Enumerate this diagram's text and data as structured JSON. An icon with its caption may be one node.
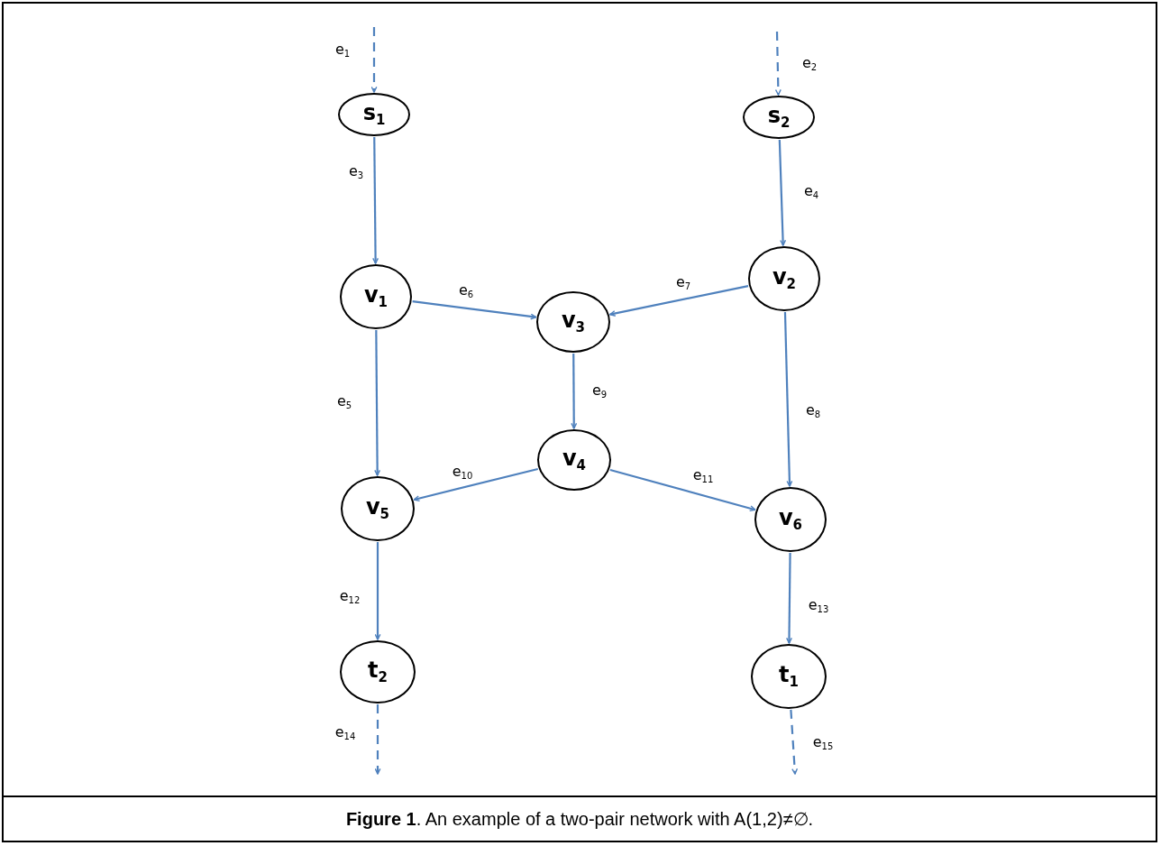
{
  "diagram": {
    "caption": "**Figure 1**. An example of a two-pair network with A(1,2)≠∅.",
    "nodes": [
      {
        "text": [
          "s$_{1}$"
        ]
      },
      {
        "text": [
          "s$_{2}$"
        ]
      },
      {
        "text": [
          "v$_{1}$"
        ]
      },
      {
        "text": [
          "v$_{2}$"
        ]
      },
      {
        "text": [
          "v$_{3}$"
        ]
      },
      {
        "text": [
          "v$_{4}$"
        ]
      },
      {
        "text": [
          "v$_{5}$"
        ]
      },
      {
        "text": [
          "v$_{6}$"
        ]
      },
      {
        "text": [
          "t$_{2}$"
        ]
      },
      {
        "text": [
          "t$_{1}$"
        ]
      }
    ],
    "edges": [
      {
        "from": null,
        "to": 0,
        "arrow": "to",
        "label": "e$_{1}$",
        "style": "dashed"
      },
      {
        "from": null,
        "to": 1,
        "arrow": "to",
        "label": "e$_{2}$",
        "style": "dashed"
      },
      {
        "from": 0,
        "to": 2,
        "arrow": "to",
        "label": "e$_{3}$"
      },
      {
        "from": 1,
        "to": 3,
        "arrow": "to",
        "label": "e$_{4}$"
      },
      {
        "from": 2,
        "to": 6,
        "arrow": "to",
        "label": "e$_{5}$"
      },
      {
        "from": 2,
        "to": 4,
        "arrow": "to",
        "label": "e$_{6}$"
      },
      {
        "from": 3,
        "to": 4,
        "arrow": "to",
        "label": "e$_{7}$"
      },
      {
        "from": 3,
        "to": 7,
        "arrow": "to",
        "label": "e$_{8}$"
      },
      {
        "from": 4,
        "to": 5,
        "arrow": "to",
        "label": "e$_{9}$"
      },
      {
        "from": 5,
        "to": 6,
        "arrow": "to",
        "label": "e$_{10}$"
      },
      {
        "from": 5,
        "to": 7,
        "arrow": "to",
        "label": "e$_{11}$"
      },
      {
        "from": 6,
        "to": 8,
        "arrow": "to",
        "label": "e$_{12}$"
      },
      {
        "from": 7,
        "to": 9,
        "arrow": "to",
        "label": "e$_{13}$"
      },
      {
        "from": 8,
        "to": null,
        "arrow": "to",
        "label": "e$_{14}$",
        "style": "dashed"
      },
      {
        "from": 9,
        "to": null,
        "arrow": "to",
        "label": "e$_{15}$",
        "style": "dashed"
      }
    ]
  }
}
